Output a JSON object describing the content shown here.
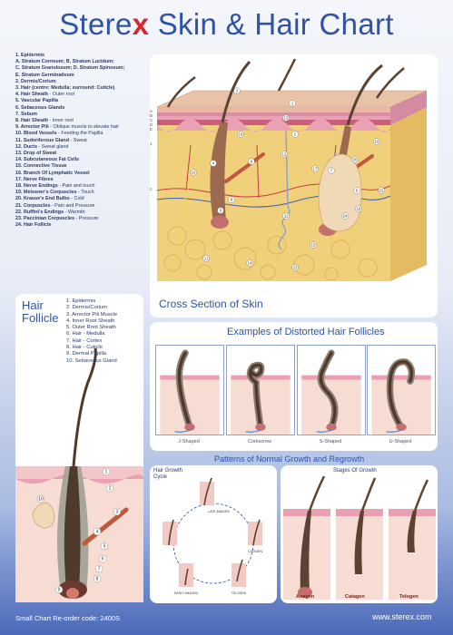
{
  "title": {
    "brand_pre": "Stere",
    "brand_x": "x",
    "rest": " Skin & Hair Chart"
  },
  "legend": [
    "1. Epidermis",
    "A. Stratum Corneum; B. Stratum Lucidum;",
    "C. Stratum Granulosum; D. Stratum Spinosum;",
    "E. Stratum Germinativum",
    "2. Dermis/Corium",
    "3. Hair (centre: Medulla; surround: Cuticle)",
    "4. Hair Sheath - Outer root",
    "5. Vascular Papilla",
    "6. Sebaceous Glands",
    "7. Sebum",
    "8. Hair Sheath - Inner root",
    "9. Arrector Pili - Oblique muscle to elevate hair",
    "10. Blood Vessels - Feeding the Papilla",
    "11. Sudoriferous Gland - Sweat",
    "12. Ducts - Sweat gland",
    "13. Drop of Sweat",
    "14. Subcutaneous Fat Cells",
    "15. Connective Tissue",
    "16. Branch Of Lymphatic Vessel",
    "17. Nerve Fibres",
    "18. Nerve Endings - Pain and touch",
    "19. Meissner's Corpuscles - Touch",
    "20. Krause's End Bulbs - Cold",
    "21. Corpuscles - Pain and Pressure",
    "22. Ruffini's Endings - Warmth",
    "23. Paccinian Corpuscles - Pressure",
    "24. Hair Follicle"
  ],
  "cross_section": {
    "label": "Cross Section of Skin",
    "layer_labels": [
      "A",
      "B",
      "C",
      "D",
      "E",
      "1",
      "2"
    ],
    "markers": [
      "1",
      "2",
      "3",
      "4",
      "5",
      "6",
      "7",
      "8",
      "9",
      "10",
      "11",
      "12",
      "13",
      "14",
      "15",
      "16",
      "17",
      "18",
      "19",
      "20",
      "21",
      "22",
      "23",
      "24"
    ]
  },
  "follicle": {
    "title_line1": "Hair",
    "title_line2": "Follicle",
    "items": [
      "1. Epidermis",
      "2. Dermis/Corium",
      "3. Arrector Pili Muscle",
      "4. Inner Root Sheath",
      "5. Outer Root Sheath",
      "6. Hair - Medulla",
      "7. Hair - Cortex",
      "8. Hair - Cuticle",
      "9. Dermal Papilla",
      "10. Sebaceous Gland"
    ],
    "markers": [
      "1",
      "2",
      "3",
      "4",
      "5",
      "6",
      "7",
      "8",
      "9",
      "10"
    ]
  },
  "distorted": {
    "title": "Examples of Distorted Hair Follicles",
    "captions": [
      "J-Shaped",
      "Corkscrew",
      "S-Shaped",
      "U-Shaped"
    ]
  },
  "patterns_title": "Patterns of Normal Growth and Regrowth",
  "cycle": {
    "title_line1": "Hair Growth",
    "title_line2": "Cycle",
    "phase_labels": [
      "LATE ANAGEN",
      "CATAGEN",
      "TELOGEN",
      "EARLY ANAGEN"
    ]
  },
  "stages": {
    "title": "Stages Of Growth",
    "labels": [
      "Anagen",
      "Catagen",
      "Telogen"
    ]
  },
  "footer": {
    "reorder": "Small Chart Re-order code: 2400S",
    "url": "www.sterex.com"
  },
  "colors": {
    "brand_blue": "#2e52a8",
    "brand_red": "#d9262b",
    "skin_dermis": "#f3d27e",
    "skin_epidermis": "#e8b9a0",
    "hair": "#5a4330"
  }
}
